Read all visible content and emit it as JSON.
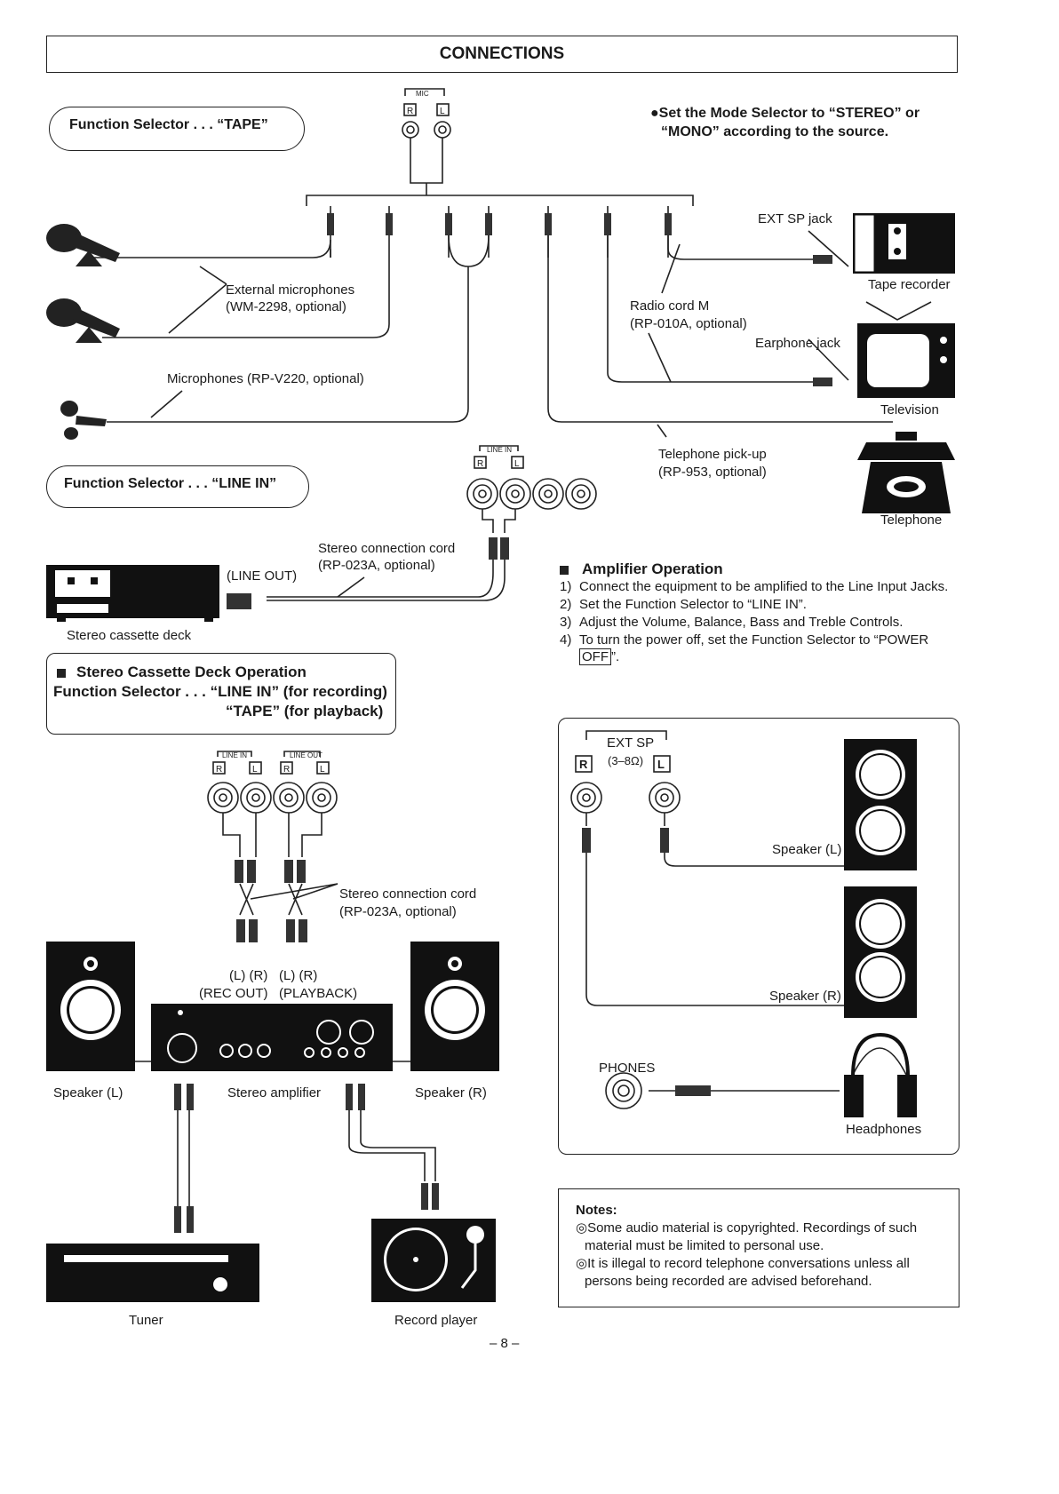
{
  "title": "CONNECTIONS",
  "function_tape": "Function Selector . . . “TAPE”",
  "function_line_in": "Function Selector . . . “LINE IN”",
  "mode_selector": [
    "●Set the Mode Selector to “STEREO” or",
    "“MONO” according to the source."
  ],
  "mic_label": "MIC",
  "line_in_label": "LINE IN",
  "line_out_label": "LINE OUT",
  "jack_r": "R",
  "jack_l": "L",
  "labels": {
    "ext_sp_jack": "EXT SP jack",
    "tape_recorder": "Tape recorder",
    "ext_mics": [
      "External microphones",
      "(WM-2298, optional)"
    ],
    "radio_cord": [
      "Radio cord M",
      "(RP-010A, optional)"
    ],
    "earphone_jack": "Earphone jack",
    "television": "Television",
    "microphones": "Microphones (RP-V220, optional)",
    "telephone_pickup": [
      "Telephone pick-up",
      "(RP-953, optional)"
    ],
    "telephone": "Telephone",
    "stereo_cord_1": [
      "Stereo connection cord",
      "(RP-023A, optional)"
    ],
    "line_out_paren": "(LINE OUT)",
    "stereo_cassette_deck": "Stereo cassette deck",
    "stereo_cord_2": [
      "Stereo connection cord",
      "(RP-023A, optional)"
    ],
    "lr_1": "(L) (R)",
    "lr_2": "(L) (R)",
    "rec_out": "(REC OUT)",
    "playback": "(PLAYBACK)",
    "speaker_l": "Speaker (L)",
    "stereo_amplifier": "Stereo amplifier",
    "speaker_r": "Speaker (R)",
    "tuner": "Tuner",
    "record_player": "Record player"
  },
  "amplifier": {
    "heading": "Amplifier Operation",
    "steps": [
      {
        "n": "1)",
        "text": "Connect the equipment to be amplified to the Line Input Jacks."
      },
      {
        "n": "2)",
        "text": "Set the Function Selector to “LINE IN”."
      },
      {
        "n": "3)",
        "text": "Adjust the Volume, Balance, Bass and Treble Controls."
      },
      {
        "n": "4)",
        "text": "To turn the power off, set the Function Selector to “POWER"
      }
    ],
    "step4_tail": "OFF",
    "step4_end": "”."
  },
  "cassette_op": {
    "heading": "Stereo Cassette Deck Operation",
    "line1": "Function Selector . . . “LINE IN” (for recording)",
    "line2": "“TAPE” (for playback)"
  },
  "ext_sp_box": {
    "ext_sp": "EXT SP",
    "ohm": "(3–8Ω)",
    "speaker_l": "Speaker (L)",
    "speaker_r": "Speaker (R)",
    "phones": "PHONES",
    "headphones": "Headphones"
  },
  "notes": {
    "heading": "Notes:",
    "items": [
      [
        "◎Some audio material is copyrighted. Recordings of such",
        "material must be limited to personal use."
      ],
      [
        "◎It is illegal to record telephone conversations unless all",
        "persons being recorded are advised beforehand."
      ]
    ]
  },
  "page_number": "– 8 –"
}
